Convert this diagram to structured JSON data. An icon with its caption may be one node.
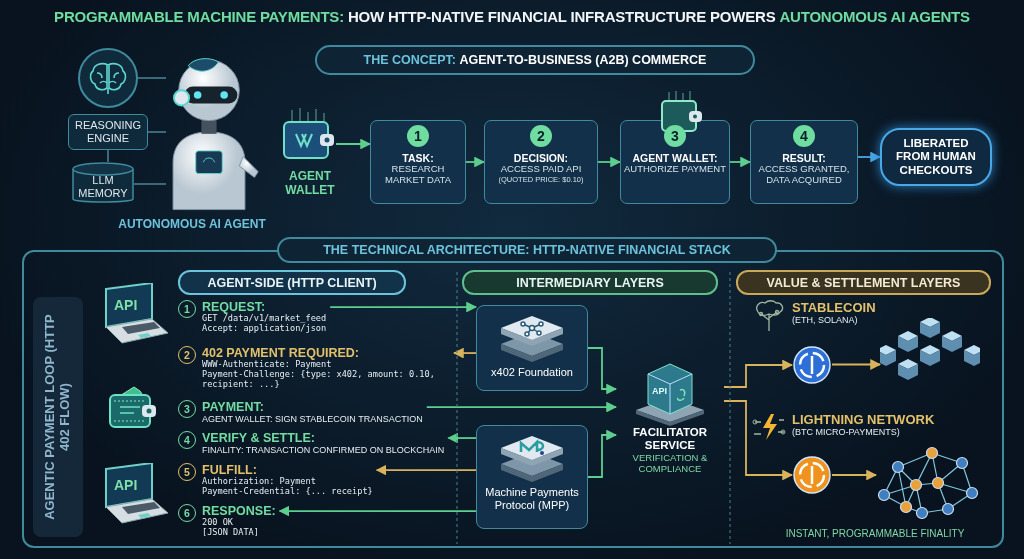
{
  "diagram": {
    "title": "**PROGRAMMABLE MACHINE PAYMENTS:** HOW HTTP-NATIVE FINANCIAL INFRASTRUCTURE POWERS **AUTONOMOUS AI AGENTS**",
    "nodes": [
      {
        "text": [],
        "shape": "circle"
      },
      {
        "text": [
          "REASONING ENGINE"
        ]
      },
      {
        "text": [
          "LLM MEMORY"
        ]
      },
      {
        "text": [],
        "shape": "picture",
        "beside": [
          "AUTONOMOUS AI AGENT"
        ]
      },
      {
        "text": [],
        "shape": "picture",
        "beside": [
          "AGENT WALLET"
        ]
      },
      {
        "text": [
          "THE CONCEPT: **AGENT-TO-BUSINESS (A2B) COMMERCE**"
        ]
      },
      {
        "text": [
          "1",
          "TASK:",
          "RESEARCH MARKET DATA"
        ]
      },
      {
        "text": [
          "2",
          "DECISION:",
          "ACCESS PAID API",
          "(QUOTED PRICE: $0.10)"
        ]
      },
      {
        "text": [
          "3",
          "AGENT WALLET:",
          "AUTHORIZE PAYMENT"
        ]
      },
      {
        "text": [
          "4",
          "RESULT:",
          "ACCESS GRANTED, DATA ACQUIRED"
        ]
      },
      {
        "text": [
          "LIBERATED FROM HUMAN CHECKOUTS"
        ]
      },
      {
        "text": [
          "THE TECHNICAL ARCHITECTURE: HTTP-NATIVE FINANCIAL STACK"
        ]
      },
      {
        "text": [
          "AGENTIC PAYMENT LOOP (HTTP 402 FLOW)"
        ],
        "in": 11
      },
      {
        "text": [
          "API"
        ],
        "in": 11
      },
      {
        "text": [],
        "shape": "picture",
        "in": 11
      },
      {
        "text": [
          "API"
        ],
        "in": 11
      },
      {
        "text": [
          "AGENT-SIDE (HTTP CLIENT)"
        ],
        "in": 11
      },
      {
        "text": [
          "INTERMEDIARY LAYERS"
        ],
        "in": 11
      },
      {
        "text": [
          "VALUE & SETTLEMENT LAYERS"
        ],
        "in": 11
      },
      {
        "text": [
          "1",
          "REQUEST:",
          "GET /data/v1/market_feed",
          "Accept: application/json"
        ],
        "in": 11
      },
      {
        "text": [
          "2",
          "402 PAYMENT REQUIRED:",
          "WWW-Authenticate: Payment",
          "Payment-Challenge: {type: x402, amount: 0.10, recipient: ...}"
        ],
        "in": 11
      },
      {
        "text": [
          "3",
          "PAYMENT:",
          "AGENT WALLET: SIGN STABLECOIN TRANSACTION"
        ],
        "in": 11
      },
      {
        "text": [
          "4",
          "VERIFY & SETTLE:",
          "FINALITY: TRANSACTION CONFIRMED ON BLOCKCHAIN"
        ],
        "in": 11
      },
      {
        "text": [
          "5",
          "FULFILL:",
          "Authorization: Payment",
          "Payment-Credential: {... receipt}"
        ],
        "in": 11
      },
      {
        "text": [
          "6",
          "RESPONSE:",
          "200 OK",
          "[JSON DATA]"
        ],
        "in": 11
      },
      {
        "text": [
          "x402 Foundation"
        ],
        "in": 11
      },
      {
        "text": [
          "Machine Payments Protocol (MPP)"
        ],
        "in": 11
      },
      {
        "text": [
          "API",
          "FACILITATOR SERVICE",
          "VERIFICATION & COMPLIANCE"
        ],
        "in": 11
      },
      {
        "text": [
          "STABLECOIN",
          "(ETH, SOLANA)"
        ],
        "in": 11
      },
      {
        "text": [],
        "shape": "circle",
        "in": 11
      },
      {
        "text": [],
        "shape": "picture",
        "in": 11
      },
      {
        "text": [
          "LIGHTNING NETWORK",
          "(BTC MICRO-PAYMENTS)"
        ],
        "in": 11
      },
      {
        "text": [],
        "shape": "circle",
        "in": 11
      },
      {
        "text": [],
        "shape": "picture",
        "in": 11
      }
    ],
    "edges": [
      {
        "from": 0,
        "to": 3,
        "arrow": "none",
        "color": "#3f7384"
      },
      {
        "from": 1,
        "to": 3,
        "arrow": "none",
        "color": "#3f7384"
      },
      {
        "from": 1,
        "to": 2,
        "arrow": "none",
        "color": "#3f7384"
      },
      {
        "from": 2,
        "to": 3,
        "arrow": "none",
        "color": "#3f7384"
      },
      {
        "from": 4,
        "to": 6,
        "arrow": "to"
      },
      {
        "from": 6,
        "to": 7,
        "arrow": "to"
      },
      {
        "from": 7,
        "to": 8,
        "arrow": "to"
      },
      {
        "from": 8,
        "to": 9,
        "arrow": "to"
      },
      {
        "from": 9,
        "to": 10,
        "arrow": "to",
        "color": "#4aa8e8"
      },
      {
        "from": 19,
        "to": 25,
        "arrow": "to"
      },
      {
        "from": 25,
        "to": 20,
        "arrow": "to",
        "color": "#d9b25c"
      },
      {
        "from": 21,
        "to": 27,
        "arrow": "to"
      },
      {
        "from": 26,
        "to": 22,
        "arrow": "to"
      },
      {
        "from": 26,
        "to": 23,
        "arrow": "to",
        "color": "#d9b25c"
      },
      {
        "from": 26,
        "to": 24,
        "arrow": "to"
      },
      {
        "from": 25,
        "to": 27,
        "arrow": "to"
      },
      {
        "from": 26,
        "to": 27,
        "arrow": "to"
      },
      {
        "from": 27,
        "to": 29,
        "arrow": "to",
        "color": "#d9b25c"
      },
      {
        "from": 27,
        "to": 32,
        "arrow": "to",
        "color": "#d9b25c"
      },
      {
        "from": 29,
        "to": 30,
        "arrow": "to",
        "color": "#d9b25c"
      },
      {
        "from": 32,
        "to": 33,
        "arrow": "to",
        "color": "#d9b25c"
      }
    ],
    "labels": [
      "INSTANT, PROGRAMMABLE FINALITY"
    ]
  }
}
